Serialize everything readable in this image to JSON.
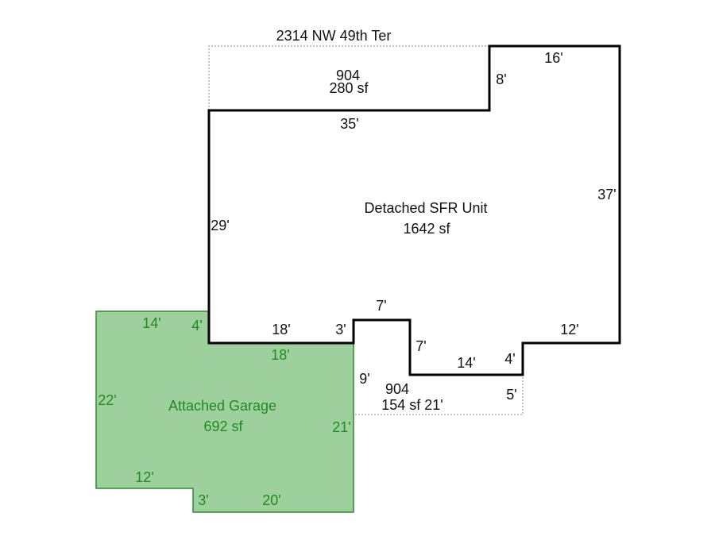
{
  "address": "2314 NW 49th Ter",
  "colors": {
    "garage_fill": "#9dd09d",
    "garage_stroke": "#2d8a2d",
    "garage_text": "#1e8c1e",
    "building_stroke": "#000000"
  },
  "upper_area": {
    "code": "904",
    "area": "280 sf"
  },
  "main_unit": {
    "name": "Detached SFR Unit",
    "area": "1642 sf"
  },
  "lower_area": {
    "code": "904",
    "area_and_dim": "154 sf 21'"
  },
  "garage": {
    "name": "Attached Garage",
    "area": "692 sf"
  },
  "dimensions": {
    "top_right": "16'",
    "step_top": "8'",
    "main_top": "35'",
    "right_side": "37'",
    "left_side": "29'",
    "bottom_left": "18'",
    "notch_left": "3'",
    "notch_top": "7'",
    "notch_right": "7'",
    "bottom_mid": "14'",
    "step_bottom": "4'",
    "bottom_right": "12'",
    "lower_left": "9'",
    "lower_right": "5'"
  },
  "garage_dimensions": {
    "top": "14'",
    "top_step": "4'",
    "top_mid": "18'",
    "left": "22'",
    "right": "21'",
    "bottom_left": "12'",
    "bottom_step": "3'",
    "bottom": "20'"
  }
}
